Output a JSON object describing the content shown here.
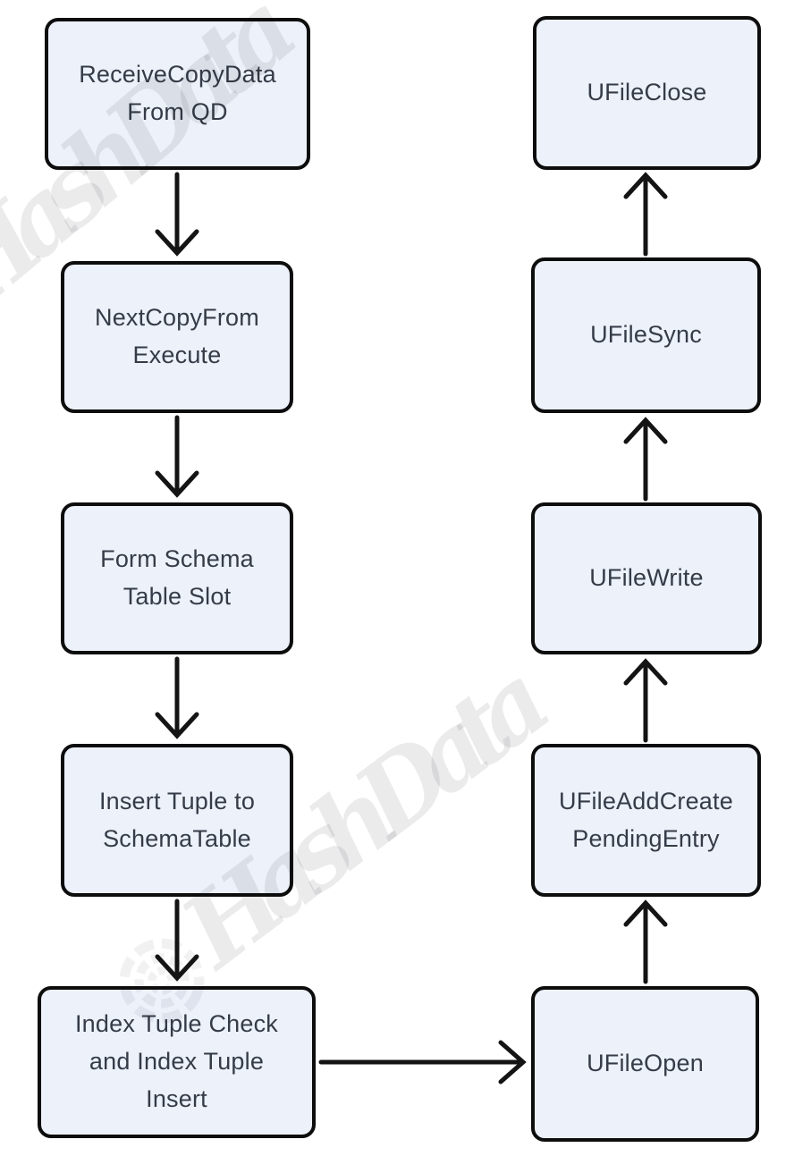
{
  "flowchart": {
    "left_column": [
      {
        "id": "receive-copy-data-from-qd",
        "label": "ReceiveCopyData\nFrom QD"
      },
      {
        "id": "next-copy-from-execute",
        "label": "NextCopyFrom\nExecute"
      },
      {
        "id": "form-schema-table-slot",
        "label": "Form Schema\nTable Slot"
      },
      {
        "id": "insert-tuple-to-schema-table",
        "label": "Insert Tuple to\nSchemaTable"
      },
      {
        "id": "index-tuple-check-and-insert",
        "label": "Index Tuple Check\nand Index Tuple\nInsert"
      }
    ],
    "right_column": [
      {
        "id": "ufile-close",
        "label": "UFileClose"
      },
      {
        "id": "ufile-sync",
        "label": "UFileSync"
      },
      {
        "id": "ufile-write",
        "label": "UFileWrite"
      },
      {
        "id": "ufile-add-create-pending-entry",
        "label": "UFileAddCreate\nPendingEntry"
      },
      {
        "id": "ufile-open",
        "label": "UFileOpen"
      }
    ],
    "connections": [
      {
        "from": "receive-copy-data-from-qd",
        "to": "next-copy-from-execute",
        "direction": "down"
      },
      {
        "from": "next-copy-from-execute",
        "to": "form-schema-table-slot",
        "direction": "down"
      },
      {
        "from": "form-schema-table-slot",
        "to": "insert-tuple-to-schema-table",
        "direction": "down"
      },
      {
        "from": "insert-tuple-to-schema-table",
        "to": "index-tuple-check-and-insert",
        "direction": "down"
      },
      {
        "from": "index-tuple-check-and-insert",
        "to": "ufile-open",
        "direction": "right"
      },
      {
        "from": "ufile-open",
        "to": "ufile-add-create-pending-entry",
        "direction": "up"
      },
      {
        "from": "ufile-add-create-pending-entry",
        "to": "ufile-write",
        "direction": "up"
      },
      {
        "from": "ufile-write",
        "to": "ufile-sync",
        "direction": "up"
      },
      {
        "from": "ufile-sync",
        "to": "ufile-close",
        "direction": "up"
      }
    ]
  },
  "watermark": {
    "text": "HashData",
    "logo": "circular-swirl-logo"
  },
  "colors": {
    "background": "#ffffff",
    "node_fill": "#ecf1fa",
    "node_border": "#0d0d0d",
    "node_text": "#353c48",
    "arrow": "#141414"
  }
}
